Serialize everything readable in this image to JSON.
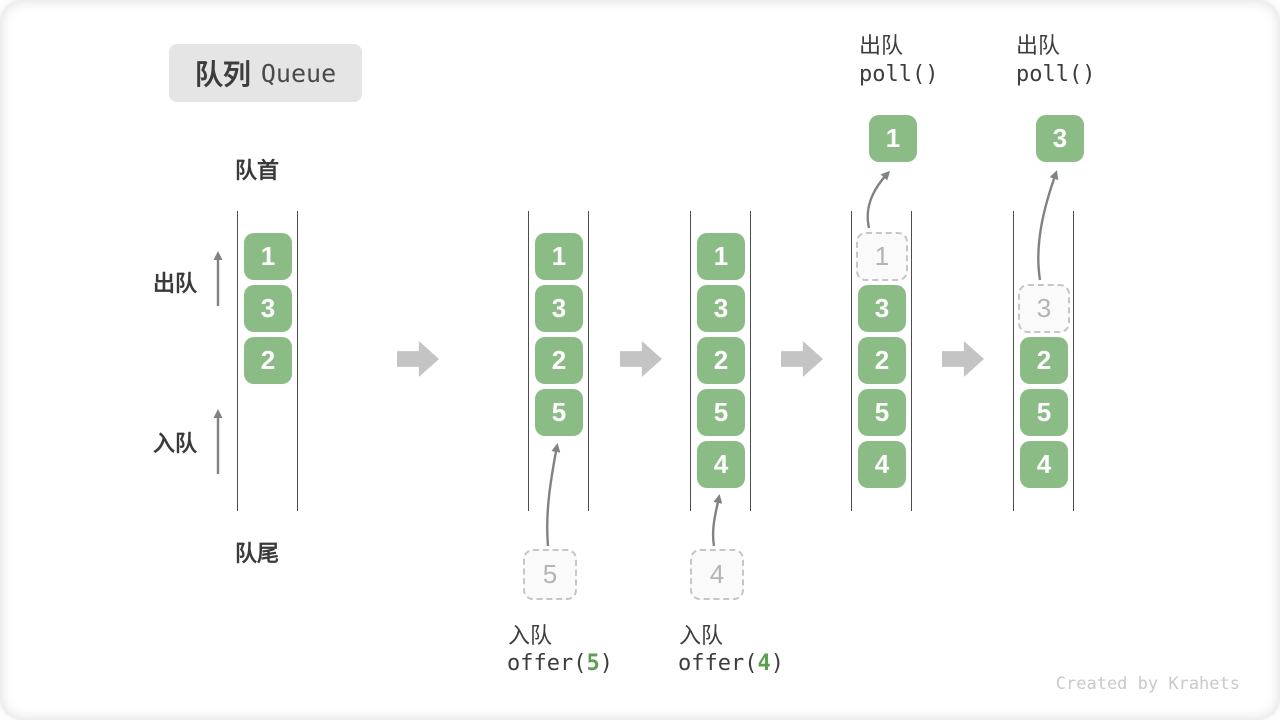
{
  "title": {
    "zh": "队列",
    "en": "Queue"
  },
  "labels": {
    "front": "队首",
    "rear": "队尾",
    "dequeue": "出队",
    "enqueue": "入队"
  },
  "colors": {
    "block_green": "#8cbc86",
    "block_text": "#ffffff",
    "dashed_border": "#c6c6c6",
    "dashed_text": "#b4b4b4",
    "arrow_block": "#c4c4c4",
    "thin_arrow": "#828282",
    "text_dark": "#3d3d3d",
    "accent_green": "#5aa050",
    "title_bg": "#e5e5e5",
    "watermark_color": "#c9c9c9"
  },
  "columns": [
    {
      "slots": [
        {
          "value": "1",
          "style": "solid"
        },
        {
          "value": "3",
          "style": "solid"
        },
        {
          "value": "2",
          "style": "solid"
        }
      ]
    },
    {
      "slots": [
        {
          "value": "1",
          "style": "solid"
        },
        {
          "value": "3",
          "style": "solid"
        },
        {
          "value": "2",
          "style": "solid"
        },
        {
          "value": "5",
          "style": "solid"
        }
      ]
    },
    {
      "slots": [
        {
          "value": "1",
          "style": "solid"
        },
        {
          "value": "3",
          "style": "solid"
        },
        {
          "value": "2",
          "style": "solid"
        },
        {
          "value": "5",
          "style": "solid"
        },
        {
          "value": "4",
          "style": "solid"
        }
      ]
    },
    {
      "slots": [
        {
          "value": "1",
          "style": "dashed"
        },
        {
          "value": "3",
          "style": "solid"
        },
        {
          "value": "2",
          "style": "solid"
        },
        {
          "value": "5",
          "style": "solid"
        },
        {
          "value": "4",
          "style": "solid"
        }
      ]
    },
    {
      "slots": [
        {
          "value": "3",
          "style": "dashed"
        },
        {
          "value": "2",
          "style": "solid"
        },
        {
          "value": "5",
          "style": "solid"
        },
        {
          "value": "4",
          "style": "solid"
        }
      ]
    }
  ],
  "enqueue_ops": [
    {
      "label": "入队",
      "code_prefix": "offer(",
      "arg": "5",
      "code_suffix": ")",
      "pending_value": "5"
    },
    {
      "label": "入队",
      "code_prefix": "offer(",
      "arg": "4",
      "code_suffix": ")",
      "pending_value": "4"
    }
  ],
  "dequeue_ops": [
    {
      "label": "出队",
      "code": "poll()",
      "result_value": "1"
    },
    {
      "label": "出队",
      "code": "poll()",
      "result_value": "3"
    }
  ],
  "watermark": "Created by Krahets"
}
